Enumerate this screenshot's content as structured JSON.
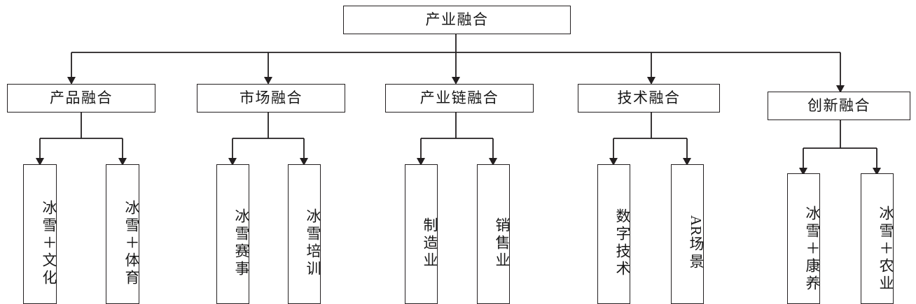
{
  "diagram": {
    "type": "tree-hierarchy",
    "title": "产业融合",
    "orientation": "top-down",
    "colors": {
      "stroke": "#231f20",
      "text": "#171717",
      "background": "#ffffff"
    },
    "root": {
      "label": "产业融合",
      "level": 1
    },
    "branches": [
      {
        "label": "产品融合",
        "level": 2,
        "children": [
          {
            "label": "冰雪＋文化",
            "level": 3,
            "orientation": "vertical"
          },
          {
            "label": "冰雪＋体育",
            "level": 3,
            "orientation": "vertical"
          }
        ]
      },
      {
        "label": "市场融合",
        "level": 2,
        "children": [
          {
            "label": "冰雪赛事",
            "level": 3,
            "orientation": "vertical"
          },
          {
            "label": "冰雪培训",
            "level": 3,
            "orientation": "vertical"
          }
        ]
      },
      {
        "label": "产业链融合",
        "level": 2,
        "children": [
          {
            "label": "制造业",
            "level": 3,
            "orientation": "vertical"
          },
          {
            "label": "销售业",
            "level": 3,
            "orientation": "vertical"
          }
        ]
      },
      {
        "label": "技术融合",
        "level": 2,
        "children": [
          {
            "label": "数字技术",
            "level": 3,
            "orientation": "vertical"
          },
          {
            "label": "AR场景",
            "level": 3,
            "orientation": "vertical",
            "latin_prefix": "AR",
            "cjk_suffix": "场景"
          }
        ]
      },
      {
        "label": "创新融合",
        "level": 2,
        "children": [
          {
            "label": "冰雪＋康养",
            "level": 3,
            "orientation": "vertical"
          },
          {
            "label": "冰雪＋农业",
            "level": 3,
            "orientation": "vertical"
          }
        ]
      }
    ]
  }
}
